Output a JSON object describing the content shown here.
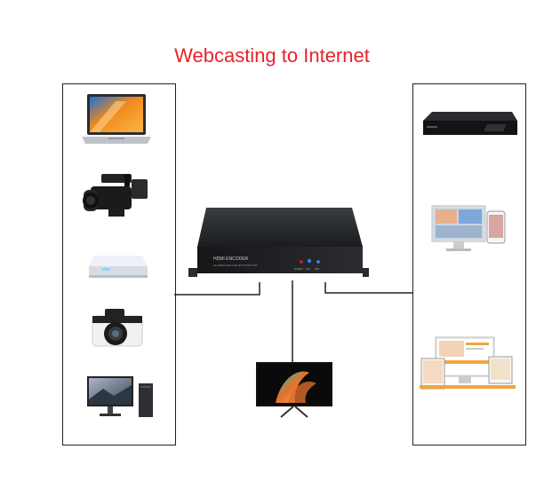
{
  "title": "Webcasting to Internet",
  "encoder": {
    "label": "HDMI ENCODER",
    "sublabel": "HD 1080P/H.265 H.264 IPTV RTMP RTSP",
    "leds": [
      "POWER",
      "LAN",
      "WIFI"
    ]
  },
  "colors": {
    "title": "#e8232a",
    "outline": "#222222"
  },
  "left_devices": [
    "laptop-icon",
    "camcorder-icon",
    "set-top-box-icon",
    "camera-icon",
    "desktop-pc-icon"
  ],
  "right_devices": [
    "nvr-recorder-icon",
    "monitor-phone-icon",
    "multi-device-web-icon"
  ],
  "bottom_device": "tv-monitor-icon"
}
